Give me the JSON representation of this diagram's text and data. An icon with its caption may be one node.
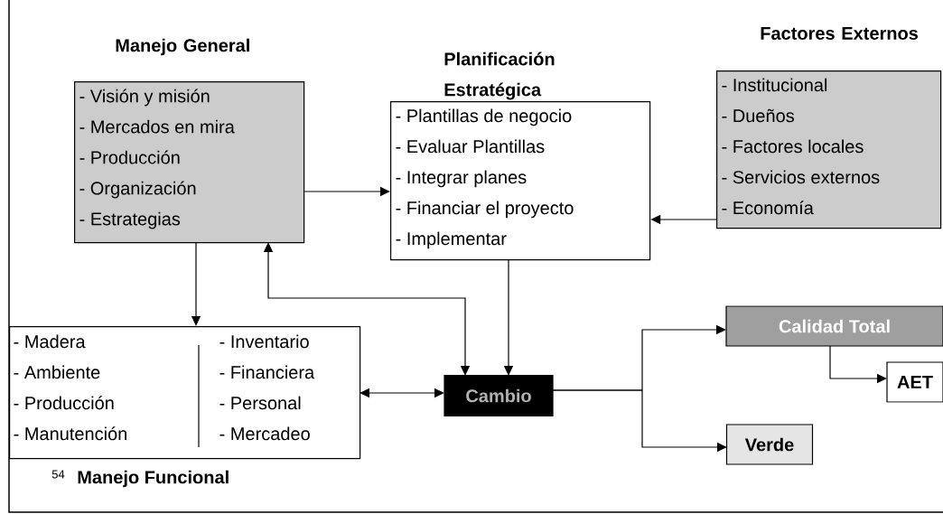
{
  "diagram": {
    "nodes": [
      {
        "text": [
          "Manejo General",
          "- Visión y misión",
          "- Mercados en mira",
          "- Producción",
          "- Organización",
          "- Estrategias"
        ]
      },
      {
        "text": [
          "Planificación Estratégica",
          "- Plantillas de negocio",
          "- Evaluar Plantillas",
          "- Integrar planes",
          "- Financiar el proyecto",
          "- Implementar"
        ]
      },
      {
        "text": [
          "Factores Externos",
          "- Institucional",
          "- Dueños",
          "- Factores locales",
          "- Servicios externos",
          "- Economía"
        ]
      },
      {
        "text": [
          "Manejo Funcional",
          "- Madera",
          "- Ambiente",
          "- Producción",
          "- Manutención",
          "- Inventario",
          "- Financiera",
          "- Personal",
          "- Mercadeo"
        ]
      },
      {
        "text": [
          "Cambio"
        ]
      },
      {
        "text": [
          "Calidad Total"
        ]
      },
      {
        "text": [
          "AET"
        ]
      },
      {
        "text": [
          "Verde"
        ]
      }
    ],
    "edges": [
      {
        "from": 0,
        "to": 1,
        "arrow": "to"
      },
      {
        "from": 2,
        "to": 1,
        "arrow": "to"
      },
      {
        "from": 0,
        "to": 3,
        "arrow": "to"
      },
      {
        "from": 4,
        "to": 0,
        "arrow": "both"
      },
      {
        "from": 1,
        "to": 4,
        "arrow": "to"
      },
      {
        "from": 3,
        "to": 4,
        "arrow": "both"
      },
      {
        "from": 4,
        "to": 5,
        "arrow": "to"
      },
      {
        "from": 4,
        "to": 7,
        "arrow": "to"
      },
      {
        "from": 5,
        "to": 6,
        "arrow": "to"
      }
    ],
    "labels": [
      "54"
    ]
  }
}
